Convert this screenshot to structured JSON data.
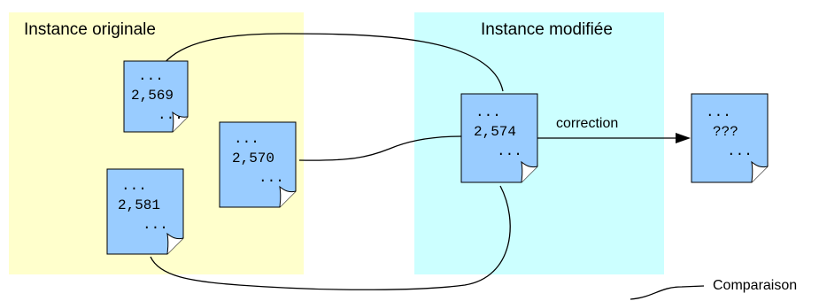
{
  "colors": {
    "original_region": "#ffffcc",
    "modified_region": "#ccffff",
    "document_fill": "#99ccff",
    "line": "#000000"
  },
  "regions": {
    "original_label": "Instance originale",
    "modified_label": "Instance modifiée"
  },
  "documents": {
    "doc_2569": {
      "top": "...",
      "value": "2,569",
      "bottom": "..."
    },
    "doc_2570": {
      "top": "...",
      "value": "2,570",
      "bottom": "..."
    },
    "doc_2581": {
      "top": "...",
      "value": "2,581",
      "bottom": "..."
    },
    "doc_2574": {
      "top": "...",
      "value": "2,574",
      "bottom": "..."
    },
    "doc_unknown": {
      "top": "...",
      "value": "???",
      "bottom": "..."
    }
  },
  "arrow": {
    "label": "correction"
  },
  "legend": {
    "label": "Comparaison"
  }
}
